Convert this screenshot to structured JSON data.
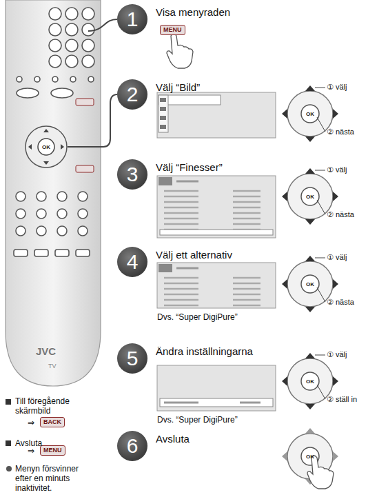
{
  "diagram": {
    "nodes": [
      {
        "text": [
          "1",
          "Visa menyraden"
        ]
      },
      {
        "text": [
          "2",
          "Välj “Bild”"
        ]
      },
      {
        "text": [
          "3",
          "Välj “Finesser”"
        ]
      },
      {
        "text": [
          "4",
          "Välj ett alternativ"
        ]
      },
      {
        "text": [
          "5",
          "Ändra inställningarna"
        ]
      },
      {
        "text": [
          "6",
          "Avsluta"
        ]
      },
      {
        "text": [
          "MENU"
        ]
      },
      {
        "text": [
          "BACK"
        ]
      },
      {
        "text": [
          "MENU"
        ]
      }
    ],
    "edges": [],
    "labels": [
      "① välj",
      "② nästa",
      "① välj",
      "② nästa",
      "Dvs. “Super DigiPure”",
      "① välj",
      "② nästa",
      "Dvs. “Super DigiPure”",
      "① välj",
      "② ställ in",
      "Till föregående skärmbild",
      "⇒",
      "Avsluta",
      "⇒",
      "Menyn försvinner efter en minuts inaktivitet.",
      "JVC",
      "TV",
      "OK",
      "OK",
      "OK",
      "OK",
      "OK",
      "OK"
    ]
  }
}
